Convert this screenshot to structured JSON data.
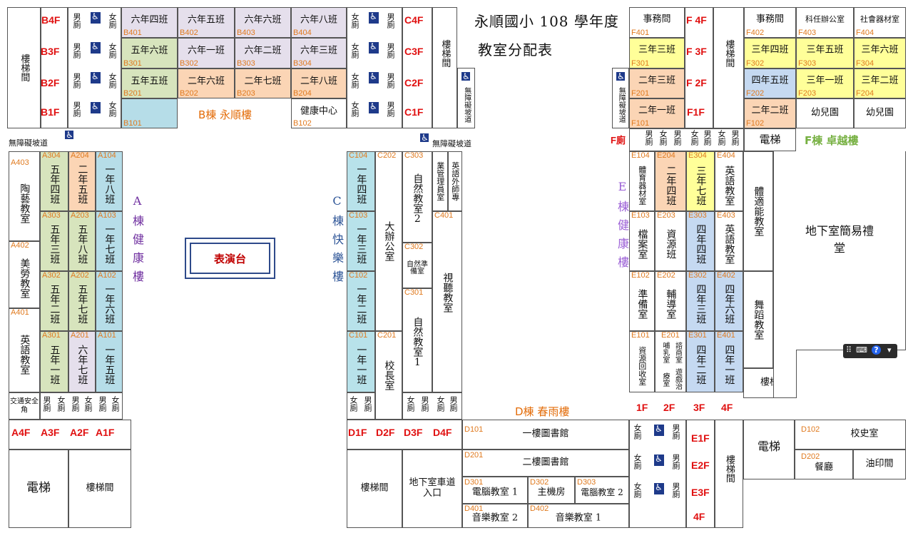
{
  "title": "永順國小 108 學年度",
  "subtitle": "教室分配表",
  "labels": {
    "b_building": "B棟 永順樓",
    "f_building": "F棟 卓越樓",
    "d_building": "D棟 春雨樓",
    "a_building": "A棟健康樓",
    "c_building": "C棟快樂樓",
    "e_building": "E棟健康樓",
    "stage": "表演台",
    "ramp": "無障礙坡道",
    "ramp2": "無障礙坡道",
    "stairs": "樓梯間",
    "stairs_short": "樓梯",
    "elevator": "電梯",
    "f_toilet": "F廁"
  },
  "floors": {
    "b4": "B4F",
    "b3": "B3F",
    "b2": "B2F",
    "b1": "B1F",
    "c4": "C4F",
    "c3": "C3F",
    "c2": "C2F",
    "c1": "C1F",
    "f4": "F 4F",
    "f3": "F 3F",
    "f2": "F 2F",
    "f1": "F1F",
    "a4": "A4F",
    "a3": "A3F",
    "a2": "A2F",
    "a1": "A1F",
    "d1": "D1F",
    "d2": "D2F",
    "d3": "D3F",
    "d4": "D4F",
    "e1": "1F",
    "e2": "2F",
    "e3": "3F",
    "e4": "4F",
    "e1f": "E1F",
    "e2f": "E2F",
    "e3f": "E3F",
    "e4f": "4F"
  },
  "toilets": {
    "male": "男廁",
    "female": "女廁",
    "male_c": "男\n廁",
    "female_c": "女\n廁"
  },
  "b_rooms": {
    "b401": {
      "name": "六年四班",
      "code": "B401"
    },
    "b402": {
      "name": "六年五班",
      "code": "B402"
    },
    "b403": {
      "name": "六年六班",
      "code": "B403"
    },
    "b404": {
      "name": "六年八班",
      "code": "B404"
    },
    "b301": {
      "name": "五年六班",
      "code": "B301"
    },
    "b302": {
      "name": "六年一班",
      "code": "B302"
    },
    "b303": {
      "name": "六年二班",
      "code": "B303"
    },
    "b304": {
      "name": "六年三班",
      "code": "B304"
    },
    "b201": {
      "name": "五年五班",
      "code": "B201"
    },
    "b202": {
      "name": "二年六班",
      "code": "B202"
    },
    "b203": {
      "name": "二年七班",
      "code": "B203"
    },
    "b204": {
      "name": "二年八班",
      "code": "B204"
    },
    "b101": {
      "code": "B101"
    },
    "b102": {
      "name": "健康中心",
      "code": "B102"
    }
  },
  "f_rooms": {
    "f401": {
      "name": "事務問",
      "code": "F401"
    },
    "f402": {
      "name": "事務間",
      "code": "F402"
    },
    "f403": {
      "name": "科任辦公室",
      "code": "F403"
    },
    "f404": {
      "name": "社會器材室",
      "code": "F404"
    },
    "f301": {
      "name": "三年三班",
      "code": "F301"
    },
    "f302": {
      "name": "三年四班",
      "code": "F302"
    },
    "f303": {
      "name": "三年五班",
      "code": "F303"
    },
    "f304": {
      "name": "三年六班",
      "code": "F304"
    },
    "f201": {
      "name": "二年三班",
      "code": "F201"
    },
    "f202": {
      "name": "四年五班",
      "code": "F202"
    },
    "f203": {
      "name": "三年一班",
      "code": "F203"
    },
    "f204": {
      "name": "三年二班",
      "code": "F204"
    },
    "f101": {
      "name": "二年一班",
      "code": "F101"
    },
    "f102": {
      "name": "二年二班",
      "code": "F102"
    },
    "k1": {
      "name": "幼兒園"
    },
    "k2": {
      "name": "幼兒園"
    }
  },
  "a_rooms": {
    "a403": {
      "name": "陶藝教室",
      "code": "A403"
    },
    "a402": {
      "name": "美勞教室",
      "code": "A402"
    },
    "a401": {
      "name": "英語教室",
      "code": "A401"
    },
    "a304": {
      "name": "五年四班",
      "code": "A304"
    },
    "a204": {
      "name": "二年五班",
      "code": "A204"
    },
    "a104": {
      "name": "一年八班",
      "code": "A104"
    },
    "a303": {
      "name": "五年三班",
      "code": "A303"
    },
    "a203": {
      "name": "五年八班",
      "code": "A203"
    },
    "a103": {
      "name": "一年七班",
      "code": "A103"
    },
    "a302": {
      "name": "五年二班",
      "code": "A302"
    },
    "a202": {
      "name": "五年七班",
      "code": "A202"
    },
    "a102": {
      "name": "一年六班",
      "code": "A102"
    },
    "a301": {
      "name": "五年一班",
      "code": "A301"
    },
    "a201": {
      "name": "六年七班",
      "code": "A201"
    },
    "a101": {
      "name": "一年五班",
      "code": "A101"
    },
    "traffic": {
      "name": "交通安全角"
    }
  },
  "c_rooms": {
    "c104": {
      "name": "一年四班",
      "code": "C104"
    },
    "c103": {
      "name": "一年三班",
      "code": "C103"
    },
    "c102": {
      "name": "一年二班",
      "code": "C102"
    },
    "c101": {
      "name": "一年一班",
      "code": "C101"
    },
    "c202": {
      "name": "大辦公室",
      "code": "C202"
    },
    "c201": {
      "name": "校長室",
      "code": "C201"
    },
    "c303": {
      "name": "自然教室2",
      "code": "C303"
    },
    "c302": {
      "name": "自然準備室",
      "code": "C302"
    },
    "c301": {
      "name": "自然教室1",
      "code": "C301"
    },
    "c401": {
      "name": "視聽教室",
      "code": "C401"
    },
    "c_mgr": {
      "name": "業管理員室"
    },
    "c_eng": {
      "name": "英語外師專"
    }
  },
  "e_rooms": {
    "e104": {
      "name": "體育器材室",
      "code": "E104"
    },
    "e204": {
      "name": "二年四班",
      "code": "E204"
    },
    "e304": {
      "name": "三年七班",
      "code": "E304"
    },
    "e404": {
      "name": "英語教室",
      "code": "E404"
    },
    "e103": {
      "name": "檔案室",
      "code": "E103"
    },
    "e203": {
      "name": "資源班",
      "code": "E203"
    },
    "e303": {
      "name": "四年四班",
      "code": "E303"
    },
    "e403": {
      "name": "英語教室",
      "code": "E403"
    },
    "e102": {
      "name": "準備室",
      "code": "E102"
    },
    "e202": {
      "name": "輔導室",
      "code": "E202"
    },
    "e302": {
      "name": "四年三班",
      "code": "E302"
    },
    "e402": {
      "name": "四年六班",
      "code": "E402"
    },
    "e101": {
      "name": "資源回收室",
      "code": "E101"
    },
    "e201a": {
      "name": "哺乳室",
      "code": "E201"
    },
    "e201b": {
      "name": "諮商室"
    },
    "e201c": {
      "name": "療室"
    },
    "e201d": {
      "name": "遊戲治"
    },
    "e301": {
      "name": "四年二班",
      "code": "E301"
    },
    "e401": {
      "name": "四年一班",
      "code": "E401"
    },
    "pe": {
      "name": "體適能教室"
    },
    "dance": {
      "name": "舞蹈教室"
    },
    "basement": {
      "name": "地下室簡易禮堂"
    }
  },
  "d_rooms": {
    "d101": {
      "name": "一樓圖書館",
      "code": "D101"
    },
    "d201": {
      "name": "二樓圖書館",
      "code": "D201"
    },
    "d301": {
      "name": "電腦教室 1",
      "code": "D301"
    },
    "d302": {
      "name": "主機房",
      "code": "D302"
    },
    "d303": {
      "name": "電腦教室 2",
      "code": "D303"
    },
    "d401": {
      "name": "音樂教室 2",
      "code": "D401"
    },
    "d402": {
      "name": "音樂教室 1",
      "code": "D402"
    },
    "garage": {
      "name": "地下室車道入口"
    },
    "history": {
      "name": "校史室",
      "code": "D102"
    },
    "dining": {
      "name": "餐廳",
      "code": "D202"
    },
    "print": {
      "name": "油印間"
    }
  },
  "widget": {
    "help": "?"
  }
}
